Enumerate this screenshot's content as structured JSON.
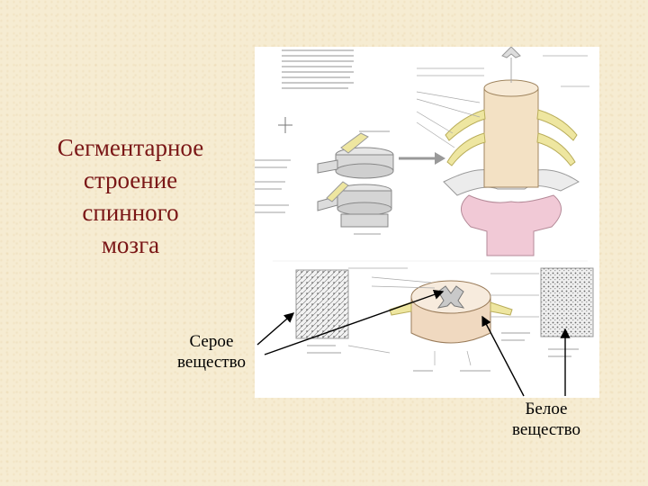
{
  "title": {
    "lines": [
      "Сегментарное",
      "строение",
      "спинного",
      "мозга"
    ],
    "color": "#7a1616"
  },
  "labels": {
    "gray_matter": [
      "Серое",
      "вещество"
    ],
    "white_matter": [
      "Белое",
      "вещество"
    ]
  },
  "colors": {
    "background": "#f6ecd2",
    "figure_background": "#ffffff",
    "nerve_yellow": "#eee6a0",
    "meninges_pink": "#f1c9d6",
    "cord_cream": "#f3e1c4",
    "bone_gray": "#d9d9d9"
  }
}
